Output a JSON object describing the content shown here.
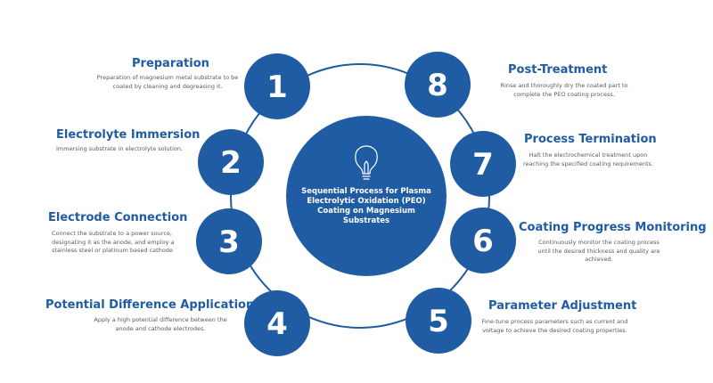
{
  "center": {
    "title": "Sequential Process for Plasma Electrolytic Oxidation (PEO) Coating on Magnesium Substrates",
    "icon": "lightbulb-icon"
  },
  "colors": {
    "primary": "#1f5ca3",
    "ring": "#1f5ca3",
    "description": "#5a5a5a"
  },
  "steps": [
    {
      "number": "1",
      "title": "Preparation",
      "description": "Preparation of magnesium metal substrate to be coated by cleaning and degreasing it."
    },
    {
      "number": "2",
      "title": "Electrolyte Immersion",
      "description": "Immersing substrate in electrolyte solution."
    },
    {
      "number": "3",
      "title": "Electrode Connection",
      "description": "Connect the substrate to a power source, designating it as the anode, and employ a stainless steel or platinum based cathode"
    },
    {
      "number": "4",
      "title": "Potential Difference Application",
      "description": "Apply a high potential difference between the anode and cathode electrodes."
    },
    {
      "number": "5",
      "title": "Parameter Adjustment",
      "description": "Fine-tune process parameters such as current and voltage to achieve the desired coating properties."
    },
    {
      "number": "6",
      "title": "Coating Progress Monitoring",
      "description": "Continuously monitor the coating process until the desired thickness and quality are achieved."
    },
    {
      "number": "7",
      "title": "Process Termination",
      "description": "Halt the electrochemical treatment upon reaching the specified coating requirements."
    },
    {
      "number": "8",
      "title": "Post-Treatment",
      "description": "Rinse and thoroughly dry the coated part to complete the PEO coating process."
    }
  ]
}
